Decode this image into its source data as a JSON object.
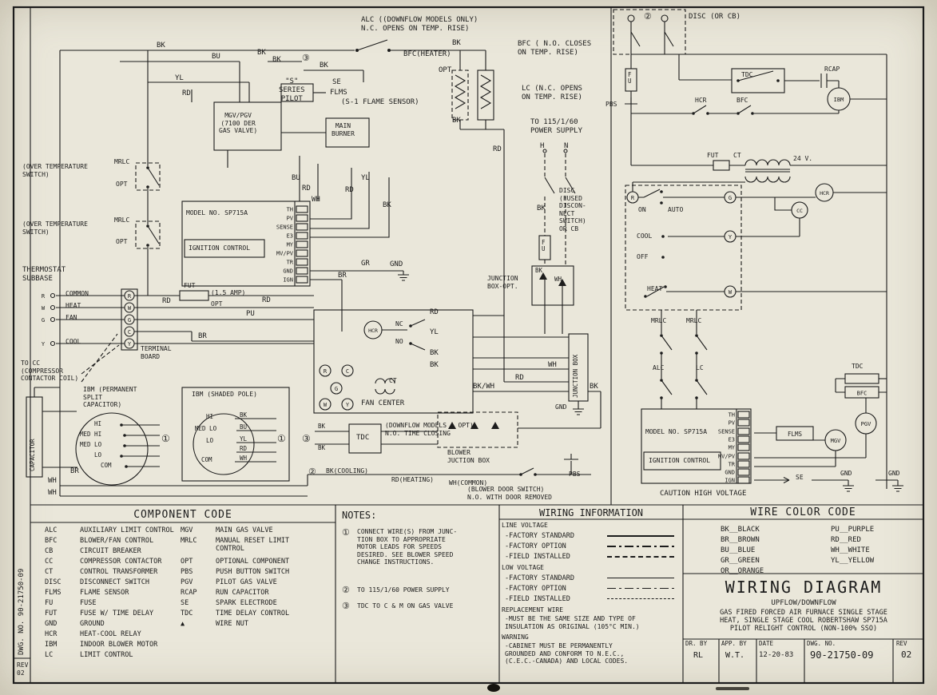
{
  "page": {
    "dwg_vertical": "DWG. NO.  90-21750-09",
    "rev_block": "REV\n02"
  },
  "wire": {
    "bk": "BK",
    "bu": "BU",
    "yl": "YL",
    "rd": "RD",
    "wh": "WH",
    "gr": "GR",
    "br": "BR",
    "pu": "PU",
    "bkwh": "BK/WH"
  },
  "diagram": {
    "circ1": "①",
    "circ2": "②",
    "circ3": "③",
    "alc_note": "ALC ((DOWNFLOW MODELS ONLY)\nN.C. OPENS ON TEMP. RISE)",
    "bfc_heater": "BFC(HEATER)",
    "bfc_no": "BFC ( N.O. CLOSES\nON TEMP. RISE)",
    "lc_nc": "LC (N.C. OPENS\nON TEMP. RISE)",
    "power_supply": "TO 115/1/60\nPOWER SUPPLY",
    "h": "H",
    "n": "N",
    "disc_fused": "DISC\n(FUSED\nDISCON-\nNECT\nSWITCH)\nOR CB",
    "fu": "F\nU",
    "s_series": "\"S\"\nSERIES\nPILOT",
    "se": "SE",
    "flms": "FLMS",
    "s1_sensor": "(S-1 FLAME SENSOR)",
    "mgv_pgv": "MGV/PGV\n(7100 DER\nGAS VALVE)",
    "main_burner": "MAIN\nBURNER",
    "opt": "OPT",
    "over_temp": "(OVER TEMPERATURE\nSWITCH)",
    "mrlc": "MRLC",
    "model": "MODEL NO. SP715A",
    "ignition_control": "IGNITION CONTROL",
    "ign_terminals": [
      "TH",
      "PV",
      "SENSE",
      "E3",
      "MY",
      "MV/PV",
      "TR",
      "GND",
      "IGN"
    ],
    "gnd": "GND",
    "thermostat_subbase": "THERMOSTAT\nSUBBASE",
    "common": "COMMON",
    "heat": "HEAT",
    "fan": "FAN",
    "cool": "COOL",
    "terminal_board": "TERMINAL\nBOARD",
    "to_cc": "TO CC\n(COMPRESSOR\nCONTACTOR COIL)",
    "fut": "FUT",
    "amp": "(1.5 AMP)",
    "fan_center": "FAN CENTER",
    "hcr": "HCR",
    "nc": "NC",
    "no": "NO",
    "ct": "CT",
    "junction_box_opt": "JUNCTION\nBOX-OPT.",
    "junction_box": "JUNCTION BOX",
    "ibm_psc": "IBM (PERMANENT\nSPLIT\nCAPACITOR)",
    "ibm_sp": "IBM (SHADED POLE)",
    "capacitor": "CAPACITOR",
    "hi": "HI",
    "med_hi": "MED HI",
    "med_lo": "MED LO",
    "lo": "LO",
    "com": "COM",
    "tdc": "TDC",
    "downflow_opt": "(DOWNFLOW MODELS - OPT)\nN.O. TIME CLOSING",
    "blower_jb": "BLOWER\nJUCTION BOX",
    "bk_cooling": "BK(COOLING)",
    "rd_heating": "RD(HEATING)",
    "wh_common": "WH(COMMON)",
    "blower_door": "(BLOWER DOOR SWITCH)\nN.O. WITH DOOR REMOVED",
    "pbs": "PBS",
    "disc_or_cb": "DISC (OR CB)",
    "rcap": "RCAP",
    "ibm": "IBM",
    "bfc": "BFC",
    "v24": "24 V.",
    "on": "ON",
    "auto": "AUTO",
    "off": "OFF",
    "cc": "CC",
    "alc": "ALC",
    "lc": "LC",
    "pgv": "PGV",
    "mgv": "MGV",
    "caution": "CAUTION HIGH VOLTAGE",
    "letters": {
      "r": "R",
      "w": "W",
      "g": "G",
      "c": "C",
      "y": "Y"
    }
  },
  "legend": {
    "component_code": {
      "title": "COMPONENT CODE",
      "col1": [
        {
          "abbr": "ALC",
          "desc": "AUXILIARY LIMIT CONTROL"
        },
        {
          "abbr": "BFC",
          "desc": "BLOWER/FAN CONTROL"
        },
        {
          "abbr": "CB",
          "desc": "CIRCUIT BREAKER"
        },
        {
          "abbr": "CC",
          "desc": "COMPRESSOR CONTACTOR"
        },
        {
          "abbr": "CT",
          "desc": "CONTROL TRANSFORMER"
        },
        {
          "abbr": "DISC",
          "desc": "DISCONNECT SWITCH"
        },
        {
          "abbr": "FLMS",
          "desc": "FLAME SENSOR"
        },
        {
          "abbr": "FU",
          "desc": "FUSE"
        },
        {
          "abbr": "FUT",
          "desc": "FUSE W/ TIME DELAY"
        },
        {
          "abbr": "GND",
          "desc": "GROUND"
        },
        {
          "abbr": "HCR",
          "desc": "HEAT-COOL RELAY"
        },
        {
          "abbr": "IBM",
          "desc": "INDOOR BLOWER MOTOR"
        },
        {
          "abbr": "LC",
          "desc": "LIMIT CONTROL"
        }
      ],
      "col2": [
        {
          "abbr": "MGV",
          "desc": "MAIN GAS VALVE"
        },
        {
          "abbr": "MRLC",
          "desc": "MANUAL RESET LIMIT\nCONTROL"
        },
        {
          "abbr": "OPT",
          "desc": "OPTIONAL COMPONENT"
        },
        {
          "abbr": "PBS",
          "desc": "PUSH BUTTON SWITCH"
        },
        {
          "abbr": "PGV",
          "desc": "PILOT GAS VALVE"
        },
        {
          "abbr": "RCAP",
          "desc": "RUN CAPACITOR"
        },
        {
          "abbr": "SE",
          "desc": "SPARK ELECTRODE"
        },
        {
          "abbr": "TDC",
          "desc": "TIME DELAY CONTROL"
        },
        {
          "abbr": "▲",
          "desc": "WIRE NUT"
        }
      ]
    },
    "notes": {
      "title": "NOTES:",
      "items": [
        {
          "num": "①",
          "text": "CONNECT WIRE(S) FROM JUNC-\nTION BOX TO APPROPRIATE\nMOTOR LEADS FOR SPEEDS\nDESIRED. SEE BLOWER SPEED\nCHANGE INSTRUCTIONS."
        },
        {
          "num": "②",
          "text": "TO 115/1/60 POWER SUPPLY"
        },
        {
          "num": "③",
          "text": "TDC TO C & M ON GAS VALVE"
        }
      ]
    },
    "wiring_info": {
      "title": "WIRING INFORMATION",
      "groups": [
        {
          "heading": "LINE VOLTAGE",
          "rows": [
            "-FACTORY STANDARD",
            "-FACTORY OPTION",
            "-FIELD INSTALLED"
          ]
        },
        {
          "heading": "LOW VOLTAGE",
          "rows": [
            "-FACTORY STANDARD",
            "-FACTORY OPTION",
            "-FIELD INSTALLED"
          ]
        }
      ],
      "replacement": "REPLACEMENT WIRE",
      "replacement_note": "-MUST BE THE SAME SIZE AND TYPE OF\n INSULATION AS ORIGINAL (105°C MIN.)",
      "warning": "WARNING",
      "warning_note": "-CABINET MUST BE PERMANENTLY\n GROUNDED AND CONFORM TO N.E.C.,\n (C.E.C.-CANADA) AND LOCAL CODES."
    },
    "wire_color_code": {
      "title": "WIRE COLOR CODE",
      "left": [
        "BK__BLACK",
        "BR__BROWN",
        "BU__BLUE",
        "GR__GREEN",
        "OR__ORANGE"
      ],
      "right": [
        "PU__PURPLE",
        "RD__RED",
        "WH__WHITE",
        "YL__YELLOW"
      ]
    },
    "title_block": {
      "title": "WIRING DIAGRAM",
      "subtitle": "UPFLOW/DOWNFLOW",
      "description": "GAS FIRED FORCED AIR FURNACE SINGLE STAGE\nHEAT, SINGLE STAGE COOL ROBERTSHAW SP715A\nPILOT RELIGHT CONTROL (NON-100% SSO)",
      "dr_by_label": "DR. BY",
      "dr_by": "RL",
      "app_by_label": "APP. BY",
      "app_by": "W.T.",
      "date_label": "DATE",
      "date": "12-20-83",
      "dwg_no_label": "DWG. NO.",
      "dwg_no": "90-21750-09",
      "rev_label": "REV",
      "rev": "02"
    }
  }
}
